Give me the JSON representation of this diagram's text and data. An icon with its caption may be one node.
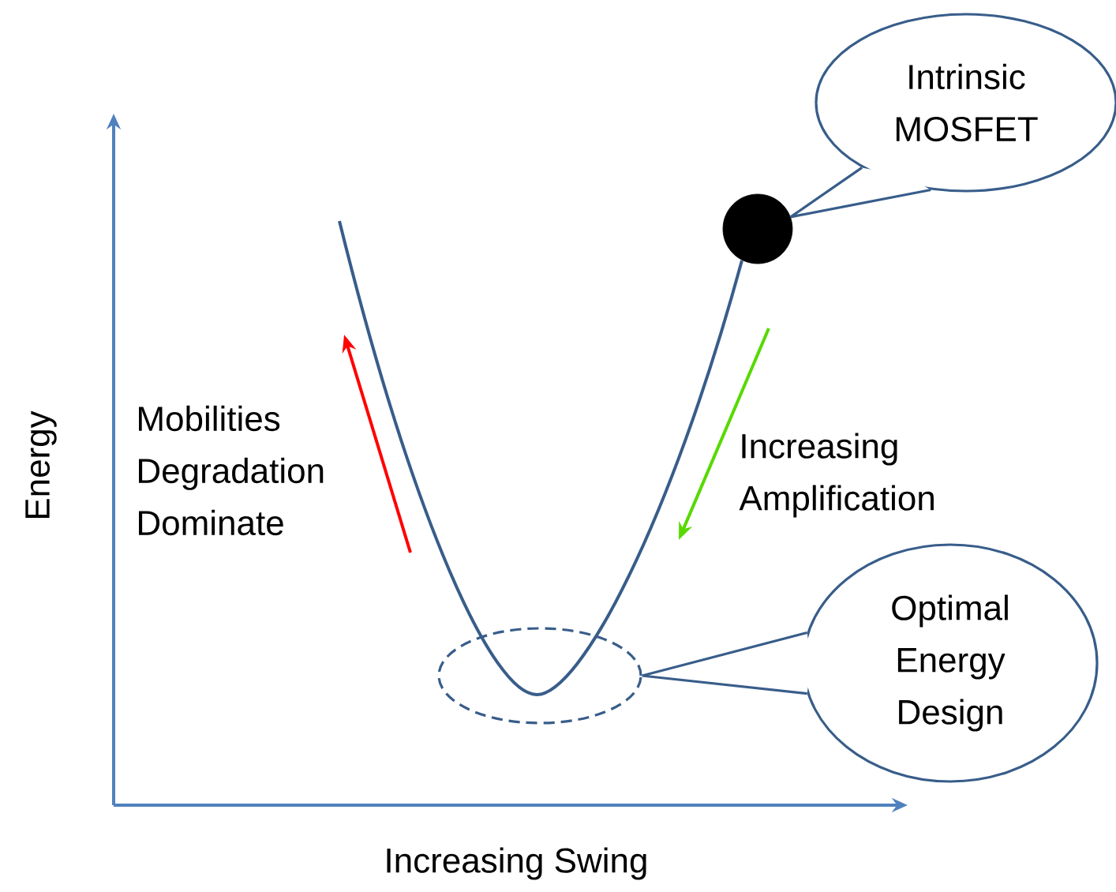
{
  "diagram": {
    "nodes": [
      {
        "text": [
          "Intrinsic MOSFET"
        ]
      },
      {
        "text": [
          "Optimal Energy Design"
        ]
      },
      {
        "text": [],
        "shape": "circle"
      },
      {
        "text": [],
        "shape": "circle"
      }
    ],
    "edges": [
      {
        "from": 0,
        "to": 2,
        "arrow": "none"
      },
      {
        "from": 1,
        "to": 3,
        "arrow": "none"
      }
    ],
    "labels": [
      "Mobilities Degradation Dominate",
      "Increasing Amplification",
      "Energy",
      "Increasing Swing"
    ]
  }
}
